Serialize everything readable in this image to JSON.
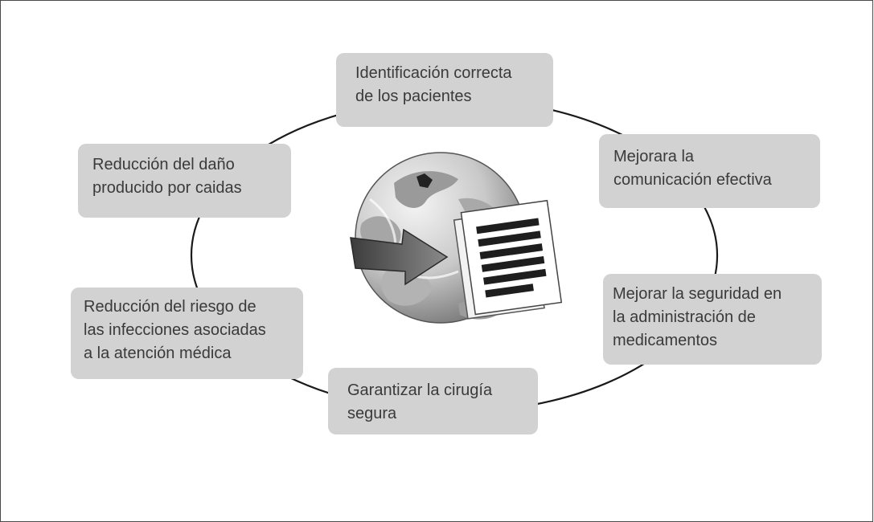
{
  "diagram": {
    "nodes": [
      {
        "label": "Identificación correcta\nde los pacientes"
      },
      {
        "label": "Mejorara la\ncomunicación efectiva"
      },
      {
        "label": "Mejorar la seguridad en\nla administración de\nmedicamentos"
      },
      {
        "label": "Garantizar la cirugía\nsegura"
      },
      {
        "label": "Reducción del riesgo de\nlas infecciones asociadas\na la atención médica"
      },
      {
        "label": "Reducción del daño\nproducido por caidas"
      }
    ],
    "center_icon": "globe-with-arrow-and-document-icon",
    "colors": {
      "box_fill": "#d2d2d2",
      "text": "#3a3a3a",
      "cycle_line": "#1a1a1a"
    }
  }
}
